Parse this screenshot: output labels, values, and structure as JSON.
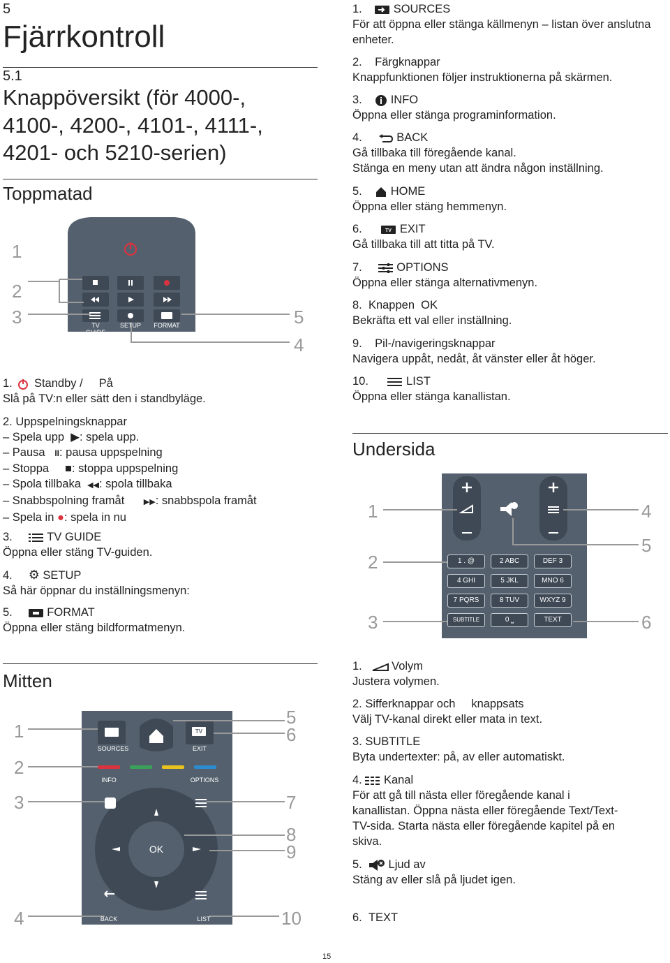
{
  "left": {
    "chapter_num": "5",
    "chapter_title": "Fjärrkontroll",
    "section_num": "5.1",
    "section_title_l1": "Knappöversikt (för 4000-,",
    "section_title_l2": "4100-, 4200-, 4101-, 4111-,",
    "section_title_l3": "4201- och 5210-serien)",
    "top_heading": "Toppmatad",
    "top_remote": {
      "callouts": [
        "1",
        "2",
        "3",
        "5",
        "4"
      ],
      "labels": {
        "tv_guide": "TV GUIDE",
        "setup": "SETUP",
        "format": "FORMAT"
      }
    },
    "items": [
      {
        "n": "1.",
        "title_a": "Standby /",
        "title_b": "På",
        "desc": "Slå på TV:n eller sätt den i standbyläge."
      },
      {
        "n": "2.",
        "title": "Uppspelningsknappar",
        "lines": [
          {
            "a": "– Spela upp",
            "b": ": spela upp."
          },
          {
            "a": "– Pausa",
            "b": ": pausa uppspelning"
          },
          {
            "a": "– Stoppa",
            "b": ": stoppa uppspelning"
          },
          {
            "a": "– Spola tillbaka",
            "b": ": spola tillbaka"
          },
          {
            "a": "– Snabbspolning framåt",
            "b": ": snabbspola framåt"
          },
          {
            "a": "– Spela in",
            "b": ": spela in nu"
          }
        ]
      },
      {
        "n": "3.",
        "title": "TV GUIDE",
        "desc": "Öppna eller stäng TV-guiden."
      },
      {
        "n": "4.",
        "title": "SETUP",
        "desc": "Så här öppnar du inställningsmenyn:"
      },
      {
        "n": "5.",
        "title": "FORMAT",
        "desc": "Öppna eller stäng bildformatmenyn."
      }
    ],
    "middle_heading": "Mitten",
    "middle_remote": {
      "callouts_left": [
        "1",
        "2",
        "3",
        "4"
      ],
      "callouts_right": [
        "5",
        "6",
        "7",
        "8",
        "9",
        "10"
      ],
      "labels": {
        "sources": "SOURCES",
        "exit": "EXIT",
        "tv": "TV",
        "info": "INFO",
        "options": "OPTIONS",
        "ok": "OK",
        "back": "BACK",
        "list": "LIST"
      }
    }
  },
  "right": {
    "items": [
      {
        "n": "1.",
        "title": "SOURCES",
        "desc": "För att öppna eller stänga källmenyn – listan över anslutna enheter."
      },
      {
        "n": "2.",
        "title": "Färgknappar",
        "desc": "Knappfunktionen följer instruktionerna på skärmen."
      },
      {
        "n": "3.",
        "title": "INFO",
        "desc": "Öppna eller stänga programinformation."
      },
      {
        "n": "4.",
        "title": "BACK",
        "desc": "Gå tillbaka till föregående kanal.",
        "desc2": "Stänga en meny utan att ändra någon inställning."
      },
      {
        "n": "5.",
        "title": "HOME",
        "desc": "Öppna eller stäng hemmenyn."
      },
      {
        "n": "6.",
        "title": "EXIT",
        "desc": "Gå tillbaka till att titta på TV."
      },
      {
        "n": "7.",
        "title": "OPTIONS",
        "desc": "Öppna eller stänga alternativmenyn."
      },
      {
        "n": "8.",
        "title": "Knappen  OK",
        "desc": "Bekräfta ett val eller inställning."
      },
      {
        "n": "9.",
        "title": "Pil-/navigeringsknappar",
        "desc": "Navigera uppåt, nedåt, åt vänster eller åt höger."
      },
      {
        "n": "10.",
        "title": "LIST",
        "desc": "Öppna eller stänga kanallistan."
      }
    ],
    "bottom_heading": "Undersida",
    "bottom_remote": {
      "callouts_left": [
        "1",
        "2",
        "3"
      ],
      "callouts_right": [
        "4",
        "5",
        "6"
      ],
      "keys": [
        "1 . @",
        "2 ABC",
        "DEF 3",
        "4 GHI",
        "5 JKL",
        "MNO 6",
        "7 PQRS",
        "8 TUV",
        "WXYZ 9",
        "SUBTITLE",
        "0 ⎵",
        "TEXT"
      ]
    },
    "bottom_items": [
      {
        "n": "1.",
        "title": "Volym",
        "desc": "Justera volymen."
      },
      {
        "n": "2.",
        "title_a": "Sifferknappar",
        "title_mid": " och ",
        "title_b": "knappsats",
        "desc": "Välj TV-kanal direkt eller mata in text."
      },
      {
        "n": "3.",
        "title": "SUBTITLE",
        "desc": "Byta undertexter: på, av eller automatiskt."
      },
      {
        "n": "4.",
        "title": "Kanal",
        "desc_l1": "För att gå till nästa eller föregående kanal i",
        "desc_l2": "kanallistan. Öppna nästa eller föregående Text/Text-",
        "desc_l3": "TV-sida. Starta nästa eller föregående kapitel på en",
        "desc_l4": "skiva."
      },
      {
        "n": "5.",
        "title": "Ljud av",
        "desc": "Stäng av eller slå på ljudet igen."
      },
      {
        "n": "6.",
        "title": "TEXT"
      }
    ]
  },
  "page_number": "15",
  "colors": {
    "remote": "#54606d",
    "remote_dark": "#3f4955",
    "red": "#d9333f",
    "green": "#3aa05a",
    "yellow": "#e8c320",
    "blue": "#2d8bd0",
    "callout": "#999999"
  }
}
